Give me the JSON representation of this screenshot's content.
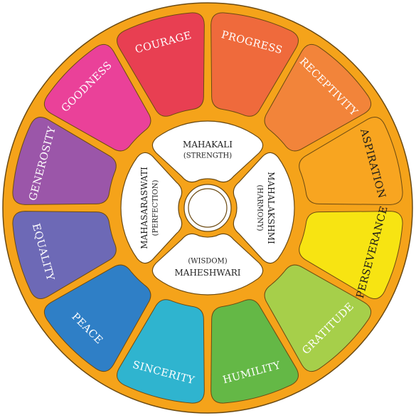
{
  "wheel": {
    "ring_color": "#f5a31a",
    "ring_stroke": "#6b4a12",
    "segments": [
      {
        "label": "PROGRESS",
        "color": "#ef6a3c",
        "text_color": "#ffffff"
      },
      {
        "label": "RECEPTIVITY",
        "color": "#f2843a",
        "text_color": "#ffffff"
      },
      {
        "label": "ASPIRATION",
        "color": "#f8a520",
        "text_color": "#1a1a1a"
      },
      {
        "label": "PERSEVERANCE",
        "color": "#f7e412",
        "text_color": "#1a1a1a"
      },
      {
        "label": "GRATITUDE",
        "color": "#a6cf4a",
        "text_color": "#ffffff"
      },
      {
        "label": "HUMILITY",
        "color": "#64b846",
        "text_color": "#ffffff"
      },
      {
        "label": "SINCERITY",
        "color": "#2fb4cf",
        "text_color": "#ffffff"
      },
      {
        "label": "PEACE",
        "color": "#2f7fc6",
        "text_color": "#ffffff"
      },
      {
        "label": "EQUALITY",
        "color": "#6d69b6",
        "text_color": "#ffffff"
      },
      {
        "label": "GENEROSITY",
        "color": "#9b56a9",
        "text_color": "#ffffff"
      },
      {
        "label": "GOODNESS",
        "color": "#ea4199",
        "text_color": "#ffffff"
      },
      {
        "label": "COURAGE",
        "color": "#e83f52",
        "text_color": "#ffffff"
      }
    ],
    "inner": [
      {
        "name": "MAHAKALI",
        "quality": "(STRENGTH)"
      },
      {
        "name": "MAHALAKSHMI",
        "quality": "(HARMONY)"
      },
      {
        "name": "MAHESHWARI",
        "quality": "(WISDOM)"
      },
      {
        "name": "MAHASARASWATI",
        "quality": "(PERFECTION)"
      }
    ]
  }
}
